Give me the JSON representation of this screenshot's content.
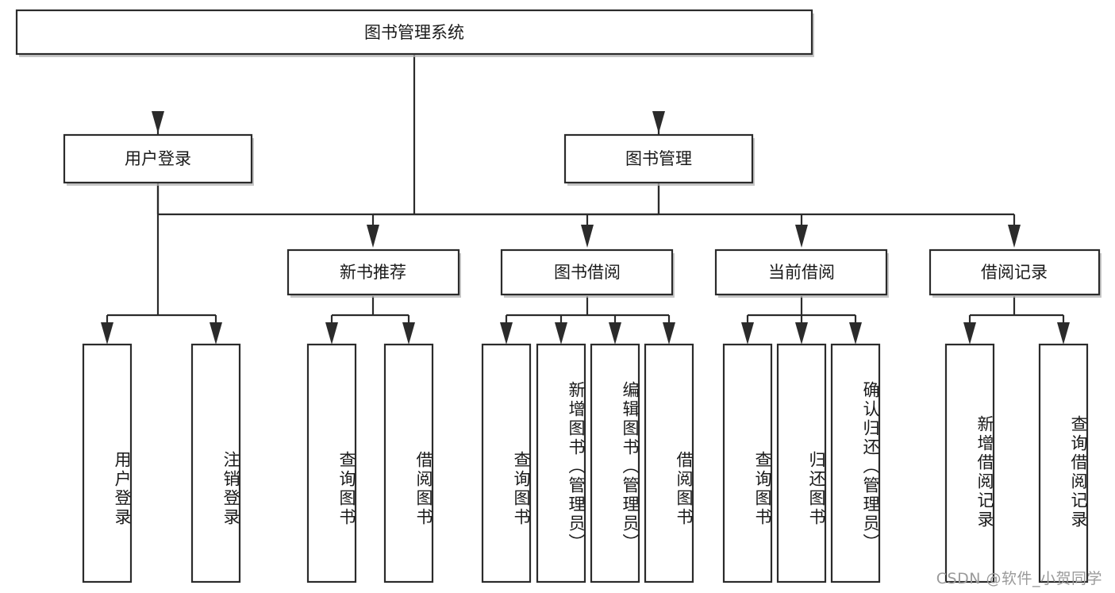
{
  "diagram": {
    "title": "图书管理系统",
    "type": "tree-hierarchy",
    "colors": {
      "box_stroke": "#2b2b2b",
      "box_fill": "#ffffff",
      "background": "#ffffff",
      "shadow": "#b3b3b3",
      "text": "#1a1a1a",
      "watermark": "#9a9a9a"
    },
    "root": {
      "label": "图书管理系统"
    },
    "level1": [
      {
        "label": "用户登录"
      },
      {
        "label": "图书管理"
      }
    ],
    "level2": [
      {
        "label": "新书推荐"
      },
      {
        "label": "图书借阅"
      },
      {
        "label": "当前借阅"
      },
      {
        "label": "借阅记录"
      }
    ],
    "leaves": {
      "user_login": [
        {
          "label": "用户登录"
        },
        {
          "label": "注销登录"
        }
      ],
      "new_book_recommend": [
        {
          "label": "查询图书"
        },
        {
          "label": "借阅图书"
        }
      ],
      "book_borrow": [
        {
          "label": "查询图书"
        },
        {
          "label": "新增图书（管理员）"
        },
        {
          "label": "编辑图书（管理员）"
        },
        {
          "label": "借阅图书"
        }
      ],
      "current_borrow": [
        {
          "label": "查询图书"
        },
        {
          "label": "归还图书"
        },
        {
          "label": "确认归还（管理员）"
        }
      ],
      "borrow_record": [
        {
          "label": "新增借阅记录"
        },
        {
          "label": "查询借阅记录"
        }
      ]
    }
  },
  "watermark": {
    "text": "CSDN @软件_小贺同学"
  }
}
